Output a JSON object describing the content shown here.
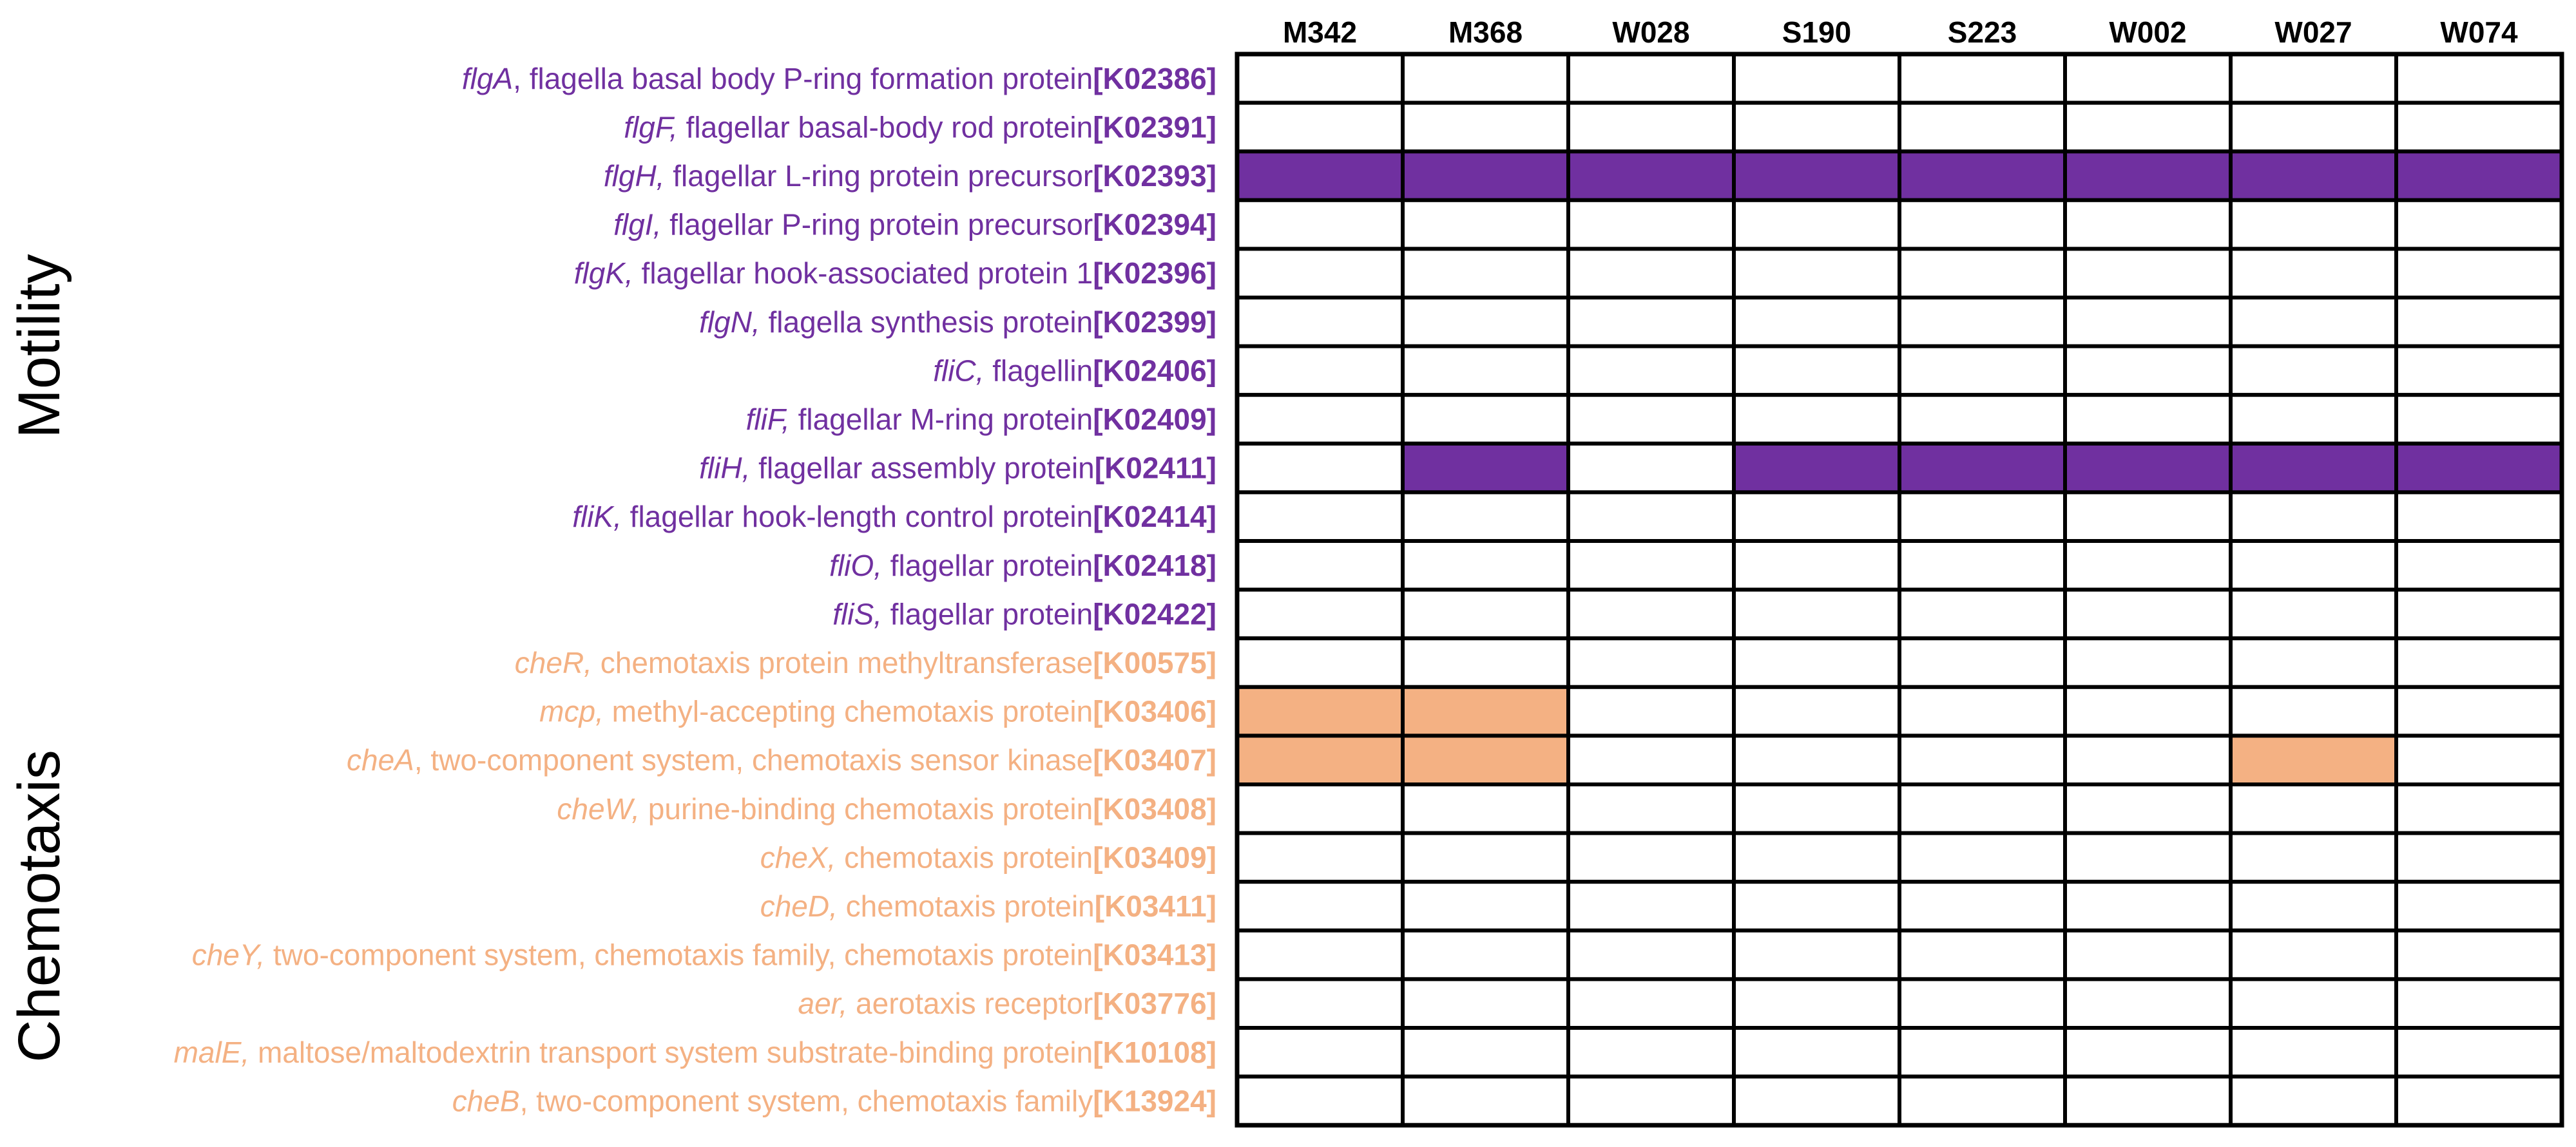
{
  "colors": {
    "motility": "#7030A0",
    "chemotaxis": "#F4B183",
    "grid": "#000000",
    "empty": "#FFFFFF"
  },
  "chart_data": {
    "type": "heatmap",
    "columns": [
      "M342",
      "M368",
      "W028",
      "S190",
      "S223",
      "W002",
      "W027",
      "W074"
    ],
    "groups": [
      {
        "name": "Motility",
        "color": "#7030A0",
        "rows": [
          0,
          11
        ]
      },
      {
        "name": "Chemotaxis",
        "color": "#F4B183",
        "rows": [
          12,
          22
        ]
      }
    ],
    "rows": [
      {
        "gene": "flgA",
        "sep": ",",
        "desc": " flagella basal body P-ring formation protein",
        "ko": "[K02386]",
        "group": "Motility",
        "present": [
          0,
          0,
          0,
          0,
          0,
          0,
          0,
          0
        ]
      },
      {
        "gene": "flgF,",
        "sep": "",
        "desc": " flagellar basal-body rod protein",
        "ko": "[K02391]",
        "group": "Motility",
        "present": [
          0,
          0,
          0,
          0,
          0,
          0,
          0,
          0
        ]
      },
      {
        "gene": "flgH,",
        "sep": "",
        "desc": " flagellar L-ring protein precursor",
        "ko": "[K02393]",
        "group": "Motility",
        "present": [
          1,
          1,
          1,
          1,
          1,
          1,
          1,
          1
        ]
      },
      {
        "gene": "flgI,",
        "sep": "",
        "desc": " flagellar P-ring protein precursor",
        "ko": "[K02394]",
        "group": "Motility",
        "present": [
          0,
          0,
          0,
          0,
          0,
          0,
          0,
          0
        ]
      },
      {
        "gene": "flgK,",
        "sep": "",
        "desc": " flagellar hook-associated protein 1",
        "ko": "[K02396]",
        "group": "Motility",
        "present": [
          0,
          0,
          0,
          0,
          0,
          0,
          0,
          0
        ]
      },
      {
        "gene": "flgN,",
        "sep": "",
        "desc": " flagella synthesis protein",
        "ko": "[K02399]",
        "group": "Motility",
        "present": [
          0,
          0,
          0,
          0,
          0,
          0,
          0,
          0
        ]
      },
      {
        "gene": "fliC,",
        "sep": "",
        "desc": " flagellin",
        "ko": "[K02406]",
        "group": "Motility",
        "present": [
          0,
          0,
          0,
          0,
          0,
          0,
          0,
          0
        ]
      },
      {
        "gene": "fliF,",
        "sep": "",
        "desc": " flagellar M-ring protein",
        "ko": "[K02409]",
        "group": "Motility",
        "present": [
          0,
          0,
          0,
          0,
          0,
          0,
          0,
          0
        ]
      },
      {
        "gene": "fliH,",
        "sep": "",
        "desc": " flagellar assembly protein",
        "ko": "[K02411]",
        "group": "Motility",
        "present": [
          0,
          1,
          0,
          1,
          1,
          1,
          1,
          1
        ]
      },
      {
        "gene": "fliK,",
        "sep": "",
        "desc": " flagellar hook-length control protein",
        "ko": "[K02414]",
        "group": "Motility",
        "present": [
          0,
          0,
          0,
          0,
          0,
          0,
          0,
          0
        ]
      },
      {
        "gene": "fliO,",
        "sep": "",
        "desc": " flagellar protein",
        "ko": "[K02418]",
        "group": "Motility",
        "present": [
          0,
          0,
          0,
          0,
          0,
          0,
          0,
          0
        ]
      },
      {
        "gene": "fliS,",
        "sep": "",
        "desc": " flagellar protein",
        "ko": "[K02422]",
        "group": "Motility",
        "present": [
          0,
          0,
          0,
          0,
          0,
          0,
          0,
          0
        ]
      },
      {
        "gene": "cheR,",
        "sep": "",
        "desc": " chemotaxis protein methyltransferase",
        "ko": "[K00575]",
        "group": "Chemotaxis",
        "present": [
          0,
          0,
          0,
          0,
          0,
          0,
          0,
          0
        ]
      },
      {
        "gene": "mcp,",
        "sep": "",
        "desc": " methyl-accepting chemotaxis protein",
        "ko": "[K03406]",
        "group": "Chemotaxis",
        "present": [
          1,
          1,
          0,
          0,
          0,
          0,
          0,
          0
        ]
      },
      {
        "gene": "cheA",
        "sep": ",",
        "desc": " two-component system, chemotaxis sensor kinase",
        "ko": "[K03407]",
        "group": "Chemotaxis",
        "present": [
          1,
          1,
          0,
          0,
          0,
          0,
          1,
          0
        ]
      },
      {
        "gene": "cheW,",
        "sep": "",
        "desc": " purine-binding chemotaxis protein",
        "ko": "[K03408]",
        "group": "Chemotaxis",
        "present": [
          0,
          0,
          0,
          0,
          0,
          0,
          0,
          0
        ]
      },
      {
        "gene": "cheX,",
        "sep": "",
        "desc": " chemotaxis protein",
        "ko": "[K03409]",
        "group": "Chemotaxis",
        "present": [
          0,
          0,
          0,
          0,
          0,
          0,
          0,
          0
        ]
      },
      {
        "gene": "cheD,",
        "sep": "",
        "desc": " chemotaxis protein",
        "ko": "[K03411]",
        "group": "Chemotaxis",
        "present": [
          0,
          0,
          0,
          0,
          0,
          0,
          0,
          0
        ]
      },
      {
        "gene": "cheY,",
        "sep": "",
        "desc": " two-component system, chemotaxis family, chemotaxis protein",
        "ko": "[K03413]",
        "group": "Chemotaxis",
        "present": [
          0,
          0,
          0,
          0,
          0,
          0,
          0,
          0
        ]
      },
      {
        "gene": "aer,",
        "sep": "",
        "desc": " aerotaxis receptor",
        "ko": "[K03776]",
        "group": "Chemotaxis",
        "present": [
          0,
          0,
          0,
          0,
          0,
          0,
          0,
          0
        ]
      },
      {
        "gene": "malE,",
        "sep": "",
        "desc": " maltose/maltodextrin transport system substrate-binding protein",
        "ko": "[K10108]",
        "group": "Chemotaxis",
        "present": [
          0,
          0,
          0,
          0,
          0,
          0,
          0,
          0
        ]
      },
      {
        "gene": "cheB",
        "sep": ",",
        "desc": " two-component system, chemotaxis family",
        "ko": "[K13924]",
        "group": "Chemotaxis",
        "present": [
          0,
          0,
          0,
          0,
          0,
          0,
          0,
          0
        ]
      }
    ]
  }
}
